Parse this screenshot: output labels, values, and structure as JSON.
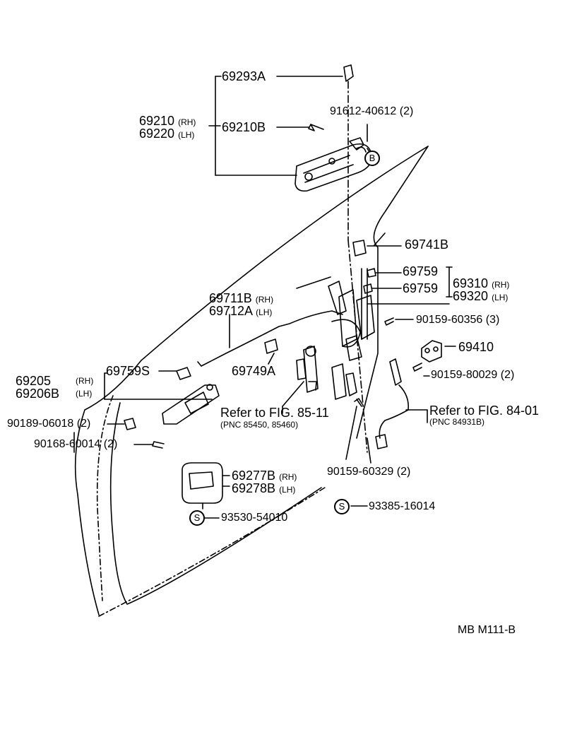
{
  "parts": {
    "p69293a": "69293A",
    "p69210": "69210",
    "p69210_suf": "(RH)",
    "p69220": "69220",
    "p69220_suf": "(LH)",
    "p69210b": "69210B",
    "p91612": "91612-40612 (2)",
    "p69741b": "69741B",
    "p69759_a": "69759",
    "p69759_b": "69759",
    "p69310": "69310",
    "p69310_suf": "(RH)",
    "p69320": "69320",
    "p69320_suf": "(LH)",
    "p69711b": "69711B",
    "p69711b_suf": "(RH)",
    "p69712a": "69712A",
    "p69712a_suf": "(LH)",
    "p90159_356": "90159-60356 (3)",
    "p69410": "69410",
    "p90159_029": "90159-80029 (2)",
    "p69749a": "69749A",
    "p69205": "69205",
    "p69205_suf": "(RH)",
    "p69206b": "69206B",
    "p69206b_suf": "(LH)",
    "p69759s": "69759S",
    "p90189": "90189-06018 (2)",
    "p90168": "90168-60014 (2)",
    "p69277b": "69277B",
    "p69277b_suf": "(RH)",
    "p69278b": "69278B",
    "p69278b_suf": "(LH)",
    "p93530": "93530-54010",
    "p93385": "93385-16014",
    "p90159_329": "90159-60329 (2)"
  },
  "refs": {
    "fig85": "Refer to FIG. 85-11",
    "fig85_pnc": "(PNC 85450, 85460)",
    "fig84": "Refer to FIG. 84-01",
    "fig84_pnc": "(PNC 84931B)"
  },
  "markers": {
    "b": "B",
    "s1": "S",
    "s2": "S"
  },
  "footer": {
    "code": "MB  M111-B"
  }
}
